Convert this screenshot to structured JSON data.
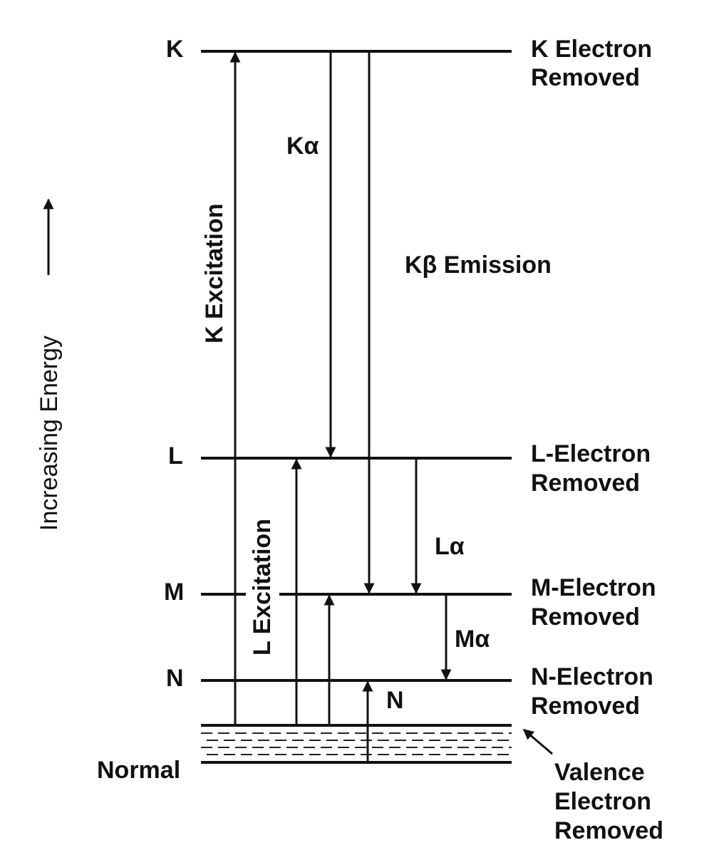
{
  "axis": {
    "label": "Increasing Energy"
  },
  "levels": {
    "k": {
      "letter": "K",
      "right_line1": "K Electron",
      "right_line2": "Removed"
    },
    "l": {
      "letter": "L",
      "right_line1": "L-Electron",
      "right_line2": "Removed"
    },
    "m": {
      "letter": "M",
      "right_line1": "M-Electron",
      "right_line2": "Removed"
    },
    "n": {
      "letter": "N",
      "right_line1": "N-Electron",
      "right_line2": "Removed"
    },
    "normal": {
      "letter": "Normal"
    }
  },
  "valence": {
    "line1": "Valence",
    "line2": "Electron",
    "line3": "Removed"
  },
  "transitions": {
    "k_excitation": "K Excitation",
    "l_excitation": "L Excitation",
    "k_alpha": "Kα",
    "k_beta": "Kβ Emission",
    "l_alpha": "Lα",
    "m_alpha": "Mα",
    "n": "N"
  }
}
